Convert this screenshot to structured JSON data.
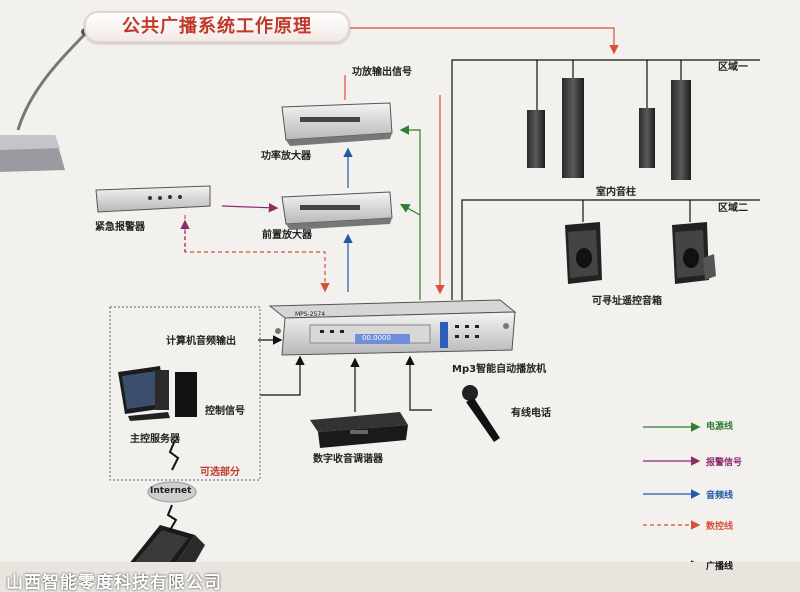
{
  "title": "公共广播系统工作原理",
  "labels": {
    "power_amp_output": "功放输出信号",
    "power_amplifier": "功率放大器",
    "emergency_alarm": "紧急报警器",
    "preamplifier": "前置放大器",
    "computer_audio_output": "计算机音频输出",
    "control_signal": "控制信号",
    "main_server": "主控服务器",
    "internet": "Internet",
    "optional_part": "可选部分",
    "digital_tuner": "数字收音调谐器",
    "wired_mic": "有线电话",
    "mp3_player": "Mp3智能自动播放机",
    "indoor_column": "室内音柱",
    "remote_speaker": "可寻址遥控音箱",
    "zone1": "区域一",
    "zone2": "区域二",
    "player_model": "MPS-2574",
    "player_display": "00.0000"
  },
  "legend": [
    {
      "label": "电源线",
      "color": "#2e7d32"
    },
    {
      "label": "报警信号",
      "color": "#8e2b6b"
    },
    {
      "label": "音频线",
      "color": "#1f5aa8"
    },
    {
      "label": "数控线",
      "color": "#d9503a"
    },
    {
      "label": "广播线",
      "color": "#111111"
    }
  ],
  "footer": "山西智能零度科技有限公司"
}
